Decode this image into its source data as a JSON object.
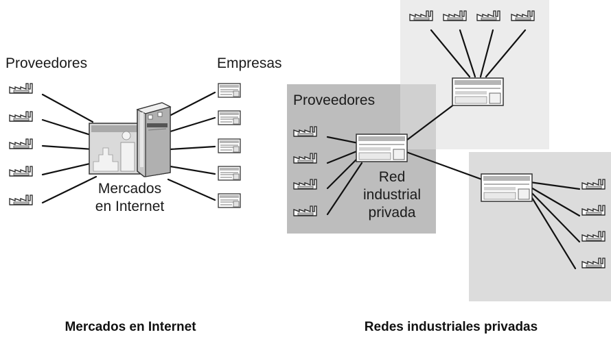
{
  "left": {
    "suppliers_label": "Proveedores",
    "companies_label": "Empresas",
    "hub_label_line1": "Mercados",
    "hub_label_line2": "en Internet",
    "caption": "Mercados en Internet"
  },
  "right": {
    "suppliers_label": "Proveedores",
    "network_label_line1": "Red",
    "network_label_line2": "industrial",
    "network_label_line3": "privada",
    "caption": "Redes industriales privadas"
  },
  "icons": {
    "supplier": "factory-icon",
    "company": "document-icon",
    "server": "server-icon",
    "window": "browser-window-icon"
  }
}
